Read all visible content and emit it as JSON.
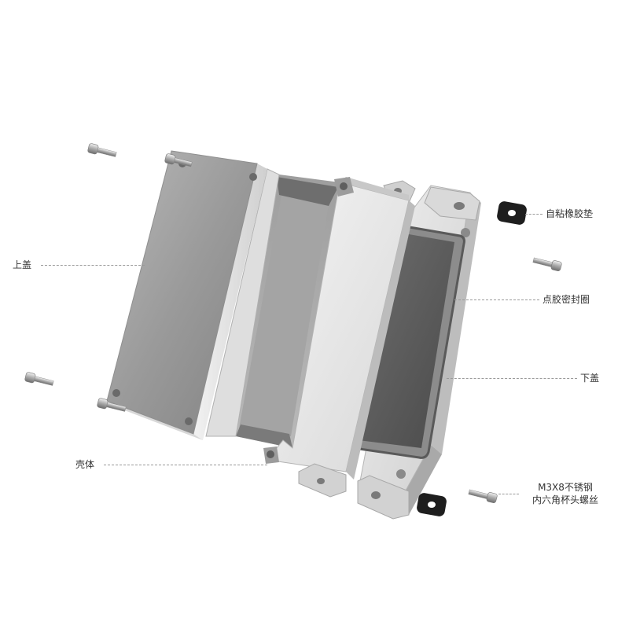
{
  "labels": {
    "top_cover": "上盖",
    "rubber_pad": "自粘橡胶垫",
    "seal_ring": "点胶密封圈",
    "bottom_cover": "下盖",
    "housing": "壳体",
    "screw_line1": "M3X8不锈钢",
    "screw_line2": "内六角杯头螺丝"
  },
  "colors": {
    "background": "#ffffff",
    "label_text": "#333333",
    "leader_line": "#9a9a9a",
    "aluminum_light": "#e4e4e4",
    "aluminum_dark": "#8a8a8a",
    "seal_gray": "#5a5a5a",
    "rubber_black": "#1e1e1e"
  },
  "icons": [
    "hex-socket-screw-icon",
    "rubber-pad-icon"
  ]
}
